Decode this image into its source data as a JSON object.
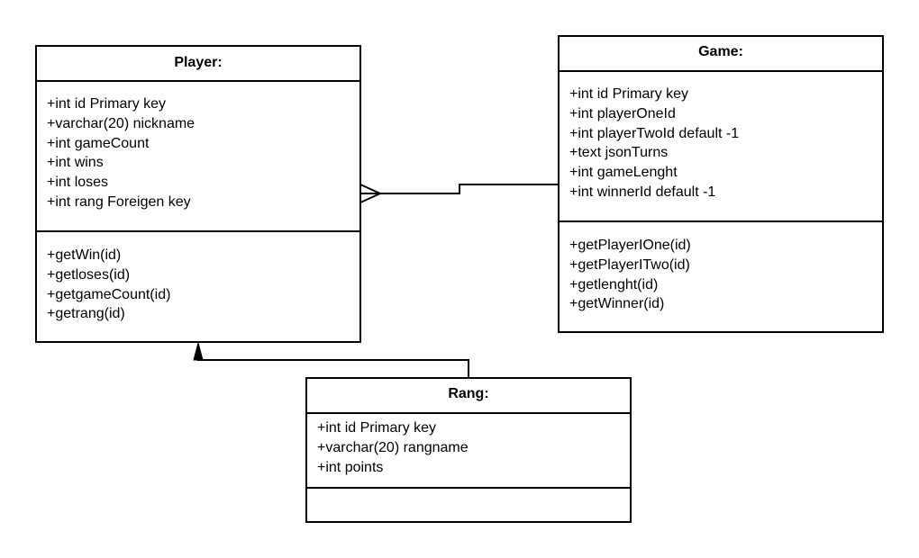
{
  "classes": {
    "player": {
      "name": "Player:",
      "attributes": [
        "+int id Primary key",
        "+varchar(20) nickname",
        "+int gameCount",
        "+int wins",
        "+int loses",
        "+int rang Foreigen key"
      ],
      "methods": [
        "+getWin(id)",
        "+getloses(id)",
        "+getgameCount(id)",
        "+getrang(id)"
      ]
    },
    "game": {
      "name": "Game:",
      "attributes": [
        "+int id Primary key",
        "+int playerOneId",
        "+int playerTwoId default -1",
        "+text jsonTurns",
        "+int gameLenght",
        "+int winnerId default -1"
      ],
      "methods": [
        "+getPlayerIOne(id)",
        "+getPlayerITwo(id)",
        "+getlenght(id)",
        "+getWinner(id)"
      ]
    },
    "rang": {
      "name": "Rang:",
      "attributes": [
        "+int id Primary key",
        "+varchar(20) rangname",
        "+int points"
      ],
      "methods": []
    }
  },
  "relations": [
    {
      "from": "game",
      "to": "player",
      "type": "association",
      "end_marker": "crows-foot"
    },
    {
      "from": "rang",
      "to": "player",
      "type": "association",
      "end_marker": "filled-arrow"
    }
  ]
}
